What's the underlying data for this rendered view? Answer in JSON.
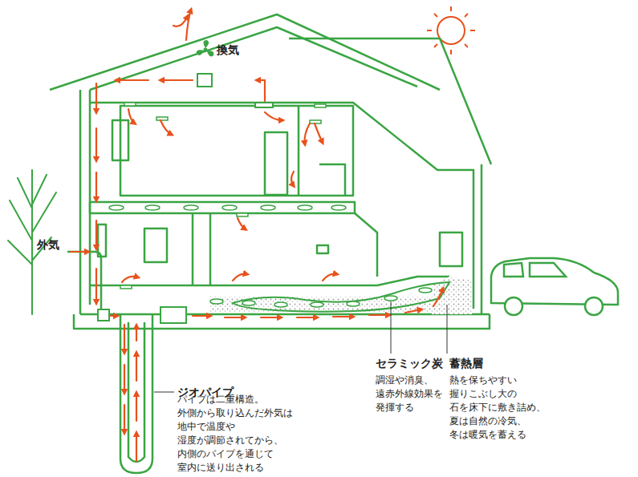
{
  "diagram": {
    "labels": [
      "換気",
      "外気",
      "セラミック炭",
      "調湿や消臭、 遠赤外線効果を 発揮する",
      "蓄熱層",
      "熱を保ちやすい 握りこぶし大の 石を床下に敷き詰め、 夏は自然の冷気、 冬は暖気を蓄える",
      "ジオパイプ",
      "パイプは二重構造。 外側から取り込んだ外気は 地中で温度や 湿度が調節されてから、 内側のパイプを通じて 室内に送り出される"
    ]
  }
}
